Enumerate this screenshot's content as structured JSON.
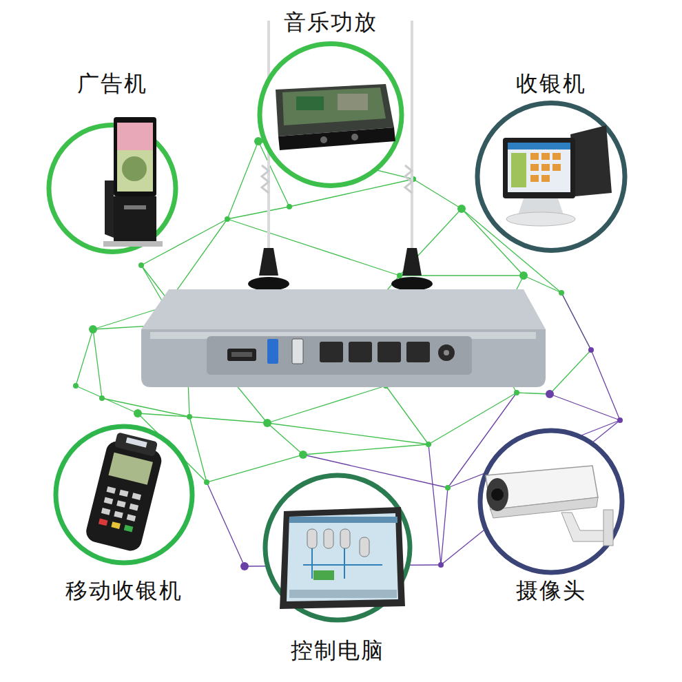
{
  "diagram": {
    "nodes": [
      {
        "text": [
          "音乐功放"
        ]
      },
      {
        "text": [
          "广告机"
        ]
      },
      {
        "text": [
          "收银机"
        ]
      },
      {
        "text": [
          "移动收银机"
        ]
      },
      {
        "text": [
          "摄像头"
        ]
      },
      {
        "text": [
          "控制电脑"
        ]
      }
    ]
  }
}
